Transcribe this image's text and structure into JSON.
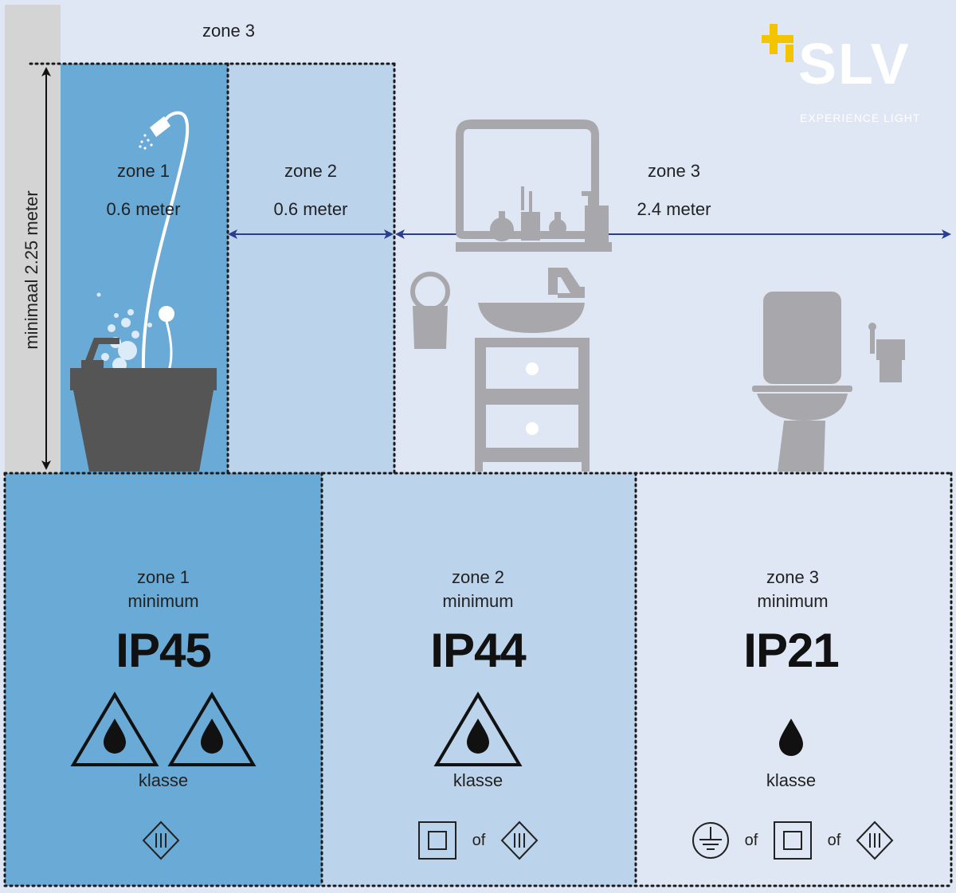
{
  "brand": {
    "name": "SLV",
    "tagline": "EXPERIENCE LIGHT",
    "accent_color": "#f5c400"
  },
  "colors": {
    "zone1": "#6aaad6",
    "zone2": "#bcd3ec",
    "zone3": "#dfe7f4",
    "wall": "#d4d4d4",
    "arrow": "#2a3d8f",
    "fixture_gray": "#a8a8ac",
    "tub_dark": "#555555"
  },
  "top": {
    "zone3_top_label": "zone 3",
    "height_label": "minimaal 2.25 meter",
    "zones": [
      {
        "name": "zone 1",
        "width": "0.6 meter"
      },
      {
        "name": "zone 2",
        "width": "0.6 meter"
      },
      {
        "name": "zone 3",
        "width": "2.4 meter"
      }
    ]
  },
  "bottom": [
    {
      "zone": "zone 1",
      "minimum": "minimum",
      "ip": "IP45",
      "ip_icons": [
        "water-drop-triangle-icon",
        "water-drop-triangle-icon"
      ],
      "klasse": "klasse",
      "class_symbols": [
        {
          "icon": "class-iii-icon"
        }
      ]
    },
    {
      "zone": "zone 2",
      "minimum": "minimum",
      "ip": "IP44",
      "ip_icons": [
        "water-drop-triangle-icon"
      ],
      "klasse": "klasse",
      "class_symbols": [
        {
          "icon": "class-ii-icon"
        },
        {
          "sep": "of"
        },
        {
          "icon": "class-iii-icon"
        }
      ]
    },
    {
      "zone": "zone 3",
      "minimum": "minimum",
      "ip": "IP21",
      "ip_icons": [
        "water-drop-icon"
      ],
      "klasse": "klasse",
      "class_symbols": [
        {
          "icon": "protective-earth-icon"
        },
        {
          "sep": "of"
        },
        {
          "icon": "class-ii-icon"
        },
        {
          "sep": "of"
        },
        {
          "icon": "class-iii-icon"
        }
      ]
    }
  ]
}
